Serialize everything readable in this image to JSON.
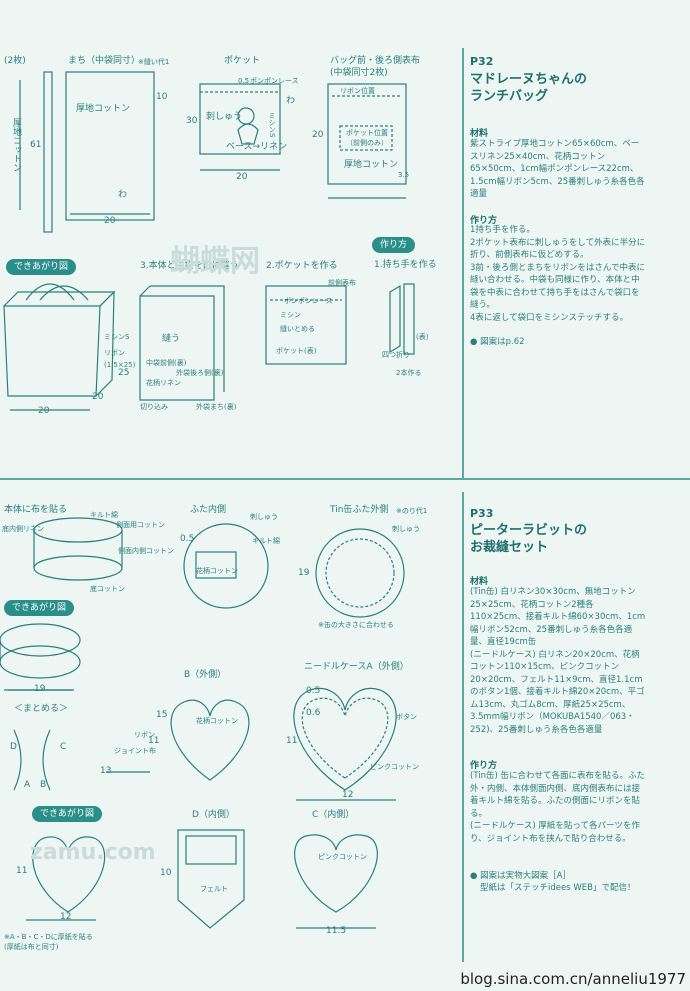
{
  "top": {
    "cut_labels": {
      "partial_left": "(2枚)",
      "gusset": "まち（中袋同寸）",
      "gusset_note": "※縫い代1",
      "pocket": "ポケット",
      "back_panel_title": "バッグ前・後ろ側表布",
      "back_panel_sub": "(中袋同寸2枚)"
    },
    "diagram_text": {
      "thick_cotton_v": "厚地コットン",
      "thick_cotton_2": "厚地コットン",
      "dim_61": "61",
      "dim_10": "10",
      "dim_20a": "20",
      "dim_20b": "20",
      "dim_20c": "20",
      "dim_30": "30",
      "dim_35": "3.5",
      "dim_05": "0.5",
      "wa_1": "わ",
      "wa_2": "わ",
      "pompom": "ポンポンレース",
      "embroidery": "刺しゅう",
      "sewn": "ミシンS",
      "base_linen": "ベース→リネン",
      "pocket_pos": "ポケット位置",
      "front_only": "（前側のみ）",
      "ribbon_pos": "リボン位置"
    },
    "finished_pill": "できあがり図",
    "finished_text": {
      "sew": "ミシンS",
      "ribbon": "リボン",
      "ribbon_len": "(1.5×25)",
      "d20a": "20",
      "d20b": "20",
      "d25": "25"
    },
    "steps_mid": {
      "s3": "3.本体と中袋を口に縫う",
      "s2": "2.ポケットを作る",
      "lining_label": "縫う",
      "lining_front": "中袋前側(裏)",
      "flower_ribbon": "花柄リネン",
      "outer_back": "外袋後ろ側(裏)",
      "cut": "切り込み",
      "gusset_back": "外袋まち(裏)",
      "front_cloth": "前側表布",
      "pompom_s": "ポンポンレース",
      "pocket_s": "ポケット(表)",
      "sew_s": "ミシン",
      "fold_s": "縫いとめる"
    },
    "howto_pill": "作り方",
    "step1": "1.持ち手を作る",
    "step1_notes": {
      "fold": "四つ折り",
      "front": "(表)",
      "two": "2本作る"
    },
    "section": {
      "code": "P32",
      "title_line1": "マドレーヌちゃんの",
      "title_line2": "ランチバッグ",
      "materials_h": "材料",
      "materials": "紫ストライプ厚地コットン65×60cm、ベースリネン25×40cm、花柄コットン65×50cm、1cm幅ポンポンレース22cm、1.5cm幅リボン5cm、25番刺しゅう糸各色各適量",
      "howto_h": "作り方",
      "howto_1": "1持ち手を作る。",
      "howto_2": "2ポケット表布に刺しゅうをして外表に半分に折り、前側表布に仮どめする。",
      "howto_3": "3前・後ろ側とまちをリボンをはさんで中表に縫い合わせる。中袋も同様に作り、本体と中袋を中表に合わせて持ち手をはさんで袋口を縫う。",
      "howto_4": "4表に返して袋口をミシンステッチする。",
      "pattern": "図案はp.62"
    }
  },
  "bottom": {
    "labels": {
      "attach": "本体に布を貼る",
      "lid_inner": "ふた内側",
      "lid_outer": "Tin缶ふた外側",
      "lid_outer_note": "※のり代1",
      "b_outer": "B（外側）",
      "needle_a": "ニードルケースA（外側）",
      "d_inner": "D（内側）",
      "c_inner": "C（内側）"
    },
    "diagram_text": {
      "quilt": "キルト綿",
      "side_cotton": "側面用コットン",
      "bottom_linen": "底内側リネン",
      "side_inner": "側面内側コットン",
      "bottom_cotton": "底コットン",
      "embroidery1": "刺しゅう",
      "embroidery2": "刺しゅう",
      "quilt2": "キルト綿",
      "flower_cotton": "花柄コットン",
      "match_size": "※缶の大きさに合わせる",
      "d19": "19",
      "d19b": "19",
      "d11a": "11",
      "d11b": "11",
      "d12a": "12",
      "d12b": "12",
      "d115": "11.5",
      "d10": "10",
      "d13": "13",
      "d06": "0.6",
      "d05a": "0.5",
      "d05b": "0.5",
      "d15": "15",
      "flower_felt": "花柄コットン",
      "pink_cotton": "ピンクコットン",
      "felt": "フェルト",
      "joint": "ジョイント布",
      "ribbon": "リボン",
      "button": "ボタン",
      "pink_felt": "ピンクコットン",
      "glue_note": "※A・B・C・Dに厚紙を貼る",
      "glue_note2": "(厚紙は布と同寸)",
      "summary": "＜まとめる＞",
      "a": "A",
      "b": "B",
      "c": "C",
      "d": "D"
    },
    "finished_pill_1": "できあがり図",
    "finished_pill_2": "できあがり図",
    "section": {
      "code": "P33",
      "title_line1": "ピーターラビットの",
      "title_line2": "お裁縫セット",
      "materials_h": "材料",
      "materials_1": "(Tin缶) 白リネン30×30cm、無地コットン25×25cm、花柄コットン2種各110×25cm、接着キルト綿60×30cm、1cm幅リボン52cm、25番刺しゅう糸各色各適量、直径19cm缶",
      "materials_2": "(ニードルケース) 白リネン20×20cm、花柄コットン110×15cm、ピンクコットン20×20cm、フェルト11×9cm、直径1.1cmのボタン1個、接着キルト綿20×20cm、平ゴム13cm、丸ゴム8cm、厚紙25×25cm、3.5mm幅リボン（MOKUBA1540／063・252)、25番刺しゅう糸各色各適量",
      "howto_h": "作り方",
      "howto_1": "(Tin缶) 缶に合わせて各面に表布を貼る。ふた外・内側、本体側面内側、底内側表布には接着キルト綿を貼る。ふたの側面にリボンを貼る。",
      "howto_2": "(ニードルケース) 厚紙を貼って各パーツを作り、ジョイント布を挟んで貼り合わせる。",
      "pattern_1": "図案は実物大図案［A］",
      "pattern_2": "型紙は「ステッチidees WEB」で配信！"
    }
  },
  "watermark_top": "蝴蝶网",
  "watermark_bottom": "zamu.com",
  "footer": "blog.sina.com.cn/anneliu1977",
  "colors": {
    "ink": "#2a7f7a",
    "accent": "#2a8f88",
    "paper": "#eef6f4"
  }
}
